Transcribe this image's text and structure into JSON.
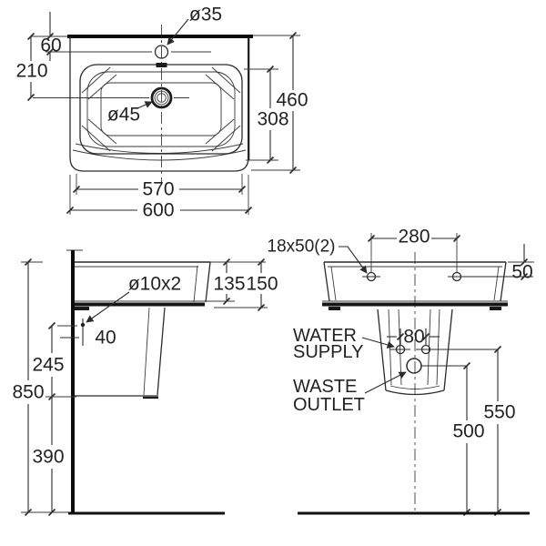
{
  "colors": {
    "background": "#ffffff",
    "line": "#2b2b2b",
    "text": "#222222"
  },
  "views": {
    "plan": {
      "dims": {
        "rear_to_faucet": "60",
        "rear_to_drain": "210",
        "faucet_hole_dia": "ø35",
        "drain_dia": "ø45",
        "overall_depth": "460",
        "bowl_depth": "308",
        "inner_width": "570",
        "overall_width": "600"
      }
    },
    "side": {
      "dims": {
        "fixing_hole": "ø10x2",
        "wall_to_fixing_hole": "40",
        "fixing_hole_to_shroud_bottom": "245",
        "rim_to_floor": "850",
        "shroud_bottom_to_floor": "390",
        "rim_height_inner": "135",
        "rim_height": "150"
      }
    },
    "front": {
      "dims": {
        "fixing_holes": "18x50(2)",
        "fixing_hole_spacing": "280",
        "rim_to_fixing_hole": "50",
        "supply_hole_spacing": "80",
        "supply_height": "550",
        "waste_height": "500"
      },
      "labels": {
        "water_supply_line1": "WATER",
        "water_supply_line2": "SUPPLY",
        "waste_outlet_line1": "WASTE",
        "waste_outlet_line2": "OUTLET"
      }
    }
  }
}
